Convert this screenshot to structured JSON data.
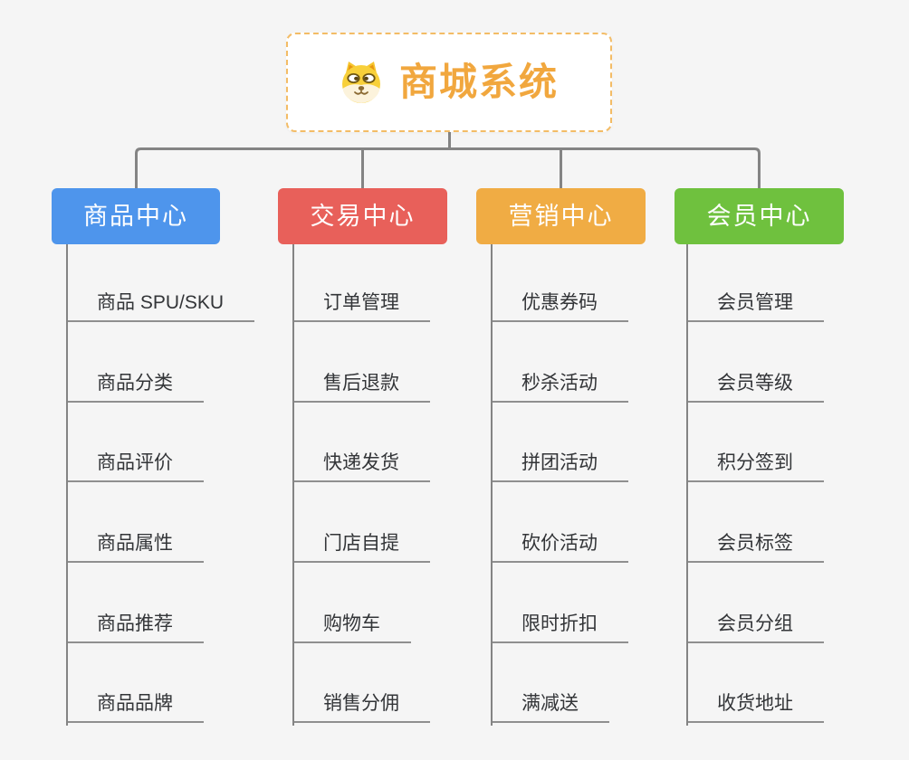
{
  "theme": {
    "bg": "#f5f5f5",
    "connector": "#848484",
    "underline": "#8f8f8f",
    "item-text": "#333538",
    "root-accent": "#F1A73E",
    "root-border": "#F3BC66"
  },
  "root": {
    "title": "商城系统",
    "icon": "dog-face"
  },
  "branches": [
    {
      "label": "商品中心",
      "color": "#4E95EC",
      "items": [
        "商品 SPU/SKU",
        "商品分类",
        "商品评价",
        "商品属性",
        "商品推荐",
        "商品品牌"
      ]
    },
    {
      "label": "交易中心",
      "color": "#E8605A",
      "items": [
        "订单管理",
        "售后退款",
        "快递发货",
        "门店自提",
        "购物车",
        "销售分佣"
      ]
    },
    {
      "label": "营销中心",
      "color": "#F0AC44",
      "items": [
        "优惠券码",
        "秒杀活动",
        "拼团活动",
        "砍价活动",
        "限时折扣",
        "满减送"
      ]
    },
    {
      "label": "会员中心",
      "color": "#6FC13E",
      "items": [
        "会员管理",
        "会员等级",
        "积分签到",
        "会员标签",
        "会员分组",
        "收货地址"
      ]
    }
  ]
}
